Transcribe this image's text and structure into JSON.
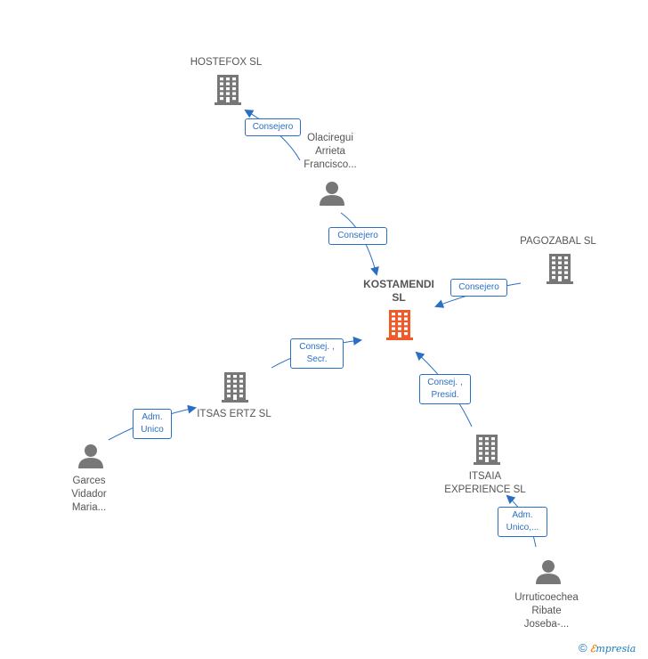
{
  "nodes": {
    "hostefox": {
      "label": "HOSTEFOX  SL",
      "type": "company"
    },
    "olaciregui": {
      "label_lines": [
        "Olaciregui",
        "Arrieta",
        "Francisco..."
      ],
      "type": "person"
    },
    "kostamendi": {
      "label_lines": [
        "KOSTAMENDI",
        "SL"
      ],
      "type": "company-main"
    },
    "pagozabal": {
      "label": "PAGOZABAL SL",
      "type": "company"
    },
    "itsas_ertz": {
      "label": "ITSAS ERTZ  SL",
      "type": "company"
    },
    "garces": {
      "label_lines": [
        "Garces",
        "Vidador",
        "Maria..."
      ],
      "type": "person"
    },
    "itsaia": {
      "label_lines": [
        "ITSAIA",
        "EXPERIENCE SL"
      ],
      "type": "company"
    },
    "urruticoechea": {
      "label_lines": [
        "Urruticoechea",
        "Ribate",
        "Joseba-..."
      ],
      "type": "person"
    }
  },
  "edges": {
    "olaciregui_hostefox": {
      "lines": [
        "Consejero"
      ]
    },
    "olaciregui_kostamendi": {
      "lines": [
        "Consejero"
      ]
    },
    "pagozabal_kostamendi": {
      "lines": [
        "Consejero"
      ]
    },
    "itsas_kostamendi": {
      "lines": [
        "Consej. ,",
        "Secr."
      ]
    },
    "garces_itsas": {
      "lines": [
        "Adm.",
        "Unico"
      ]
    },
    "itsaia_kostamendi": {
      "lines": [
        "Consej. ,",
        "Presid."
      ]
    },
    "urruticoechea_itsaia": {
      "lines": [
        "Adm.",
        "Unico,..."
      ]
    }
  },
  "colors": {
    "edge": "#2b6fc4",
    "company_icon": "#777777",
    "main_icon": "#f05a28",
    "person_icon": "#777777"
  },
  "footer": {
    "copyright": "©",
    "brand_first": "ℰ",
    "brand_rest": "mpresia"
  }
}
